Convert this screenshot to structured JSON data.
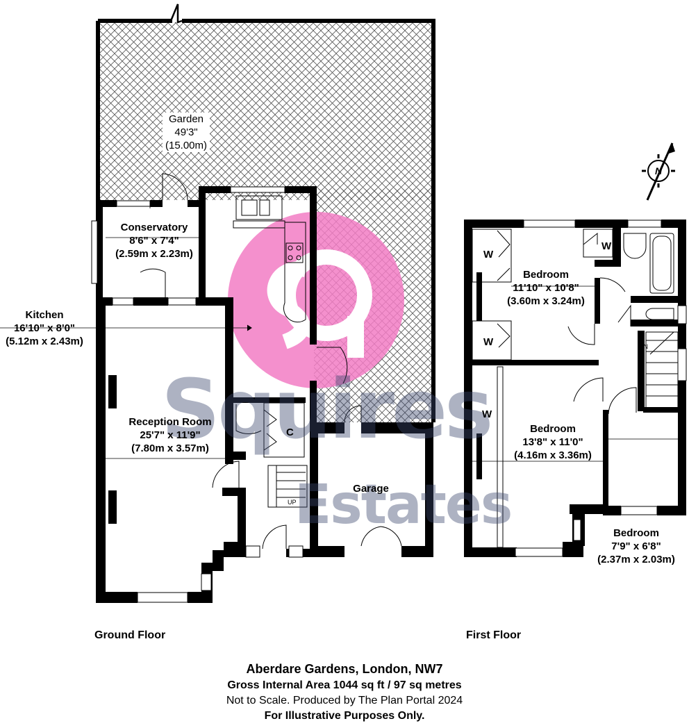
{
  "colors": {
    "wall": "#000000",
    "hatch": "#555555",
    "logo_pink": "#f27cc4",
    "wm_text": "#3c486e"
  },
  "rooms": {
    "garden": {
      "name": "Garden",
      "imperial": "49'3\"",
      "metric": "(15.00m)"
    },
    "conservatory": {
      "name": "Conservatory",
      "imperial": "8'6\" x 7'4\"",
      "metric": "(2.59m x 2.23m)"
    },
    "kitchen": {
      "name": "Kitchen",
      "imperial": "16'10\" x 8'0\"",
      "metric": "(5.12m x 2.43m)"
    },
    "reception": {
      "name": "Reception Room",
      "imperial": "25'7\" x 11'9\"",
      "metric": "(7.80m x 3.57m)"
    },
    "garage": {
      "name": "Garage"
    },
    "bedroom1": {
      "name": "Bedroom",
      "imperial": "11'10\" x 10'8\"",
      "metric": "(3.60m x 3.24m)"
    },
    "bedroom2": {
      "name": "Bedroom",
      "imperial": "13'8\" x 11'0\"",
      "metric": "(4.16m x 3.36m)"
    },
    "bedroom3": {
      "name": "Bedroom",
      "imperial": "7'9\" x 6'8\"",
      "metric": "(2.37m x 2.03m)"
    }
  },
  "marks": {
    "cupboard": "C",
    "wardrobe": "W",
    "stairs_up": "UP",
    "stairs_down": "DN",
    "north": "N"
  },
  "floors": {
    "ground": "Ground Floor",
    "first": "First Floor"
  },
  "watermark": {
    "line1": "Squires",
    "line2": "Estates"
  },
  "footer": {
    "address": "Aberdare Gardens, London, NW7",
    "area": "Gross Internal Area 1044 sq ft / 97 sq metres",
    "note": "Not to Scale. Produced by The Plan Portal 2024",
    "illustrative": "For Illustrative Purposes Only."
  }
}
